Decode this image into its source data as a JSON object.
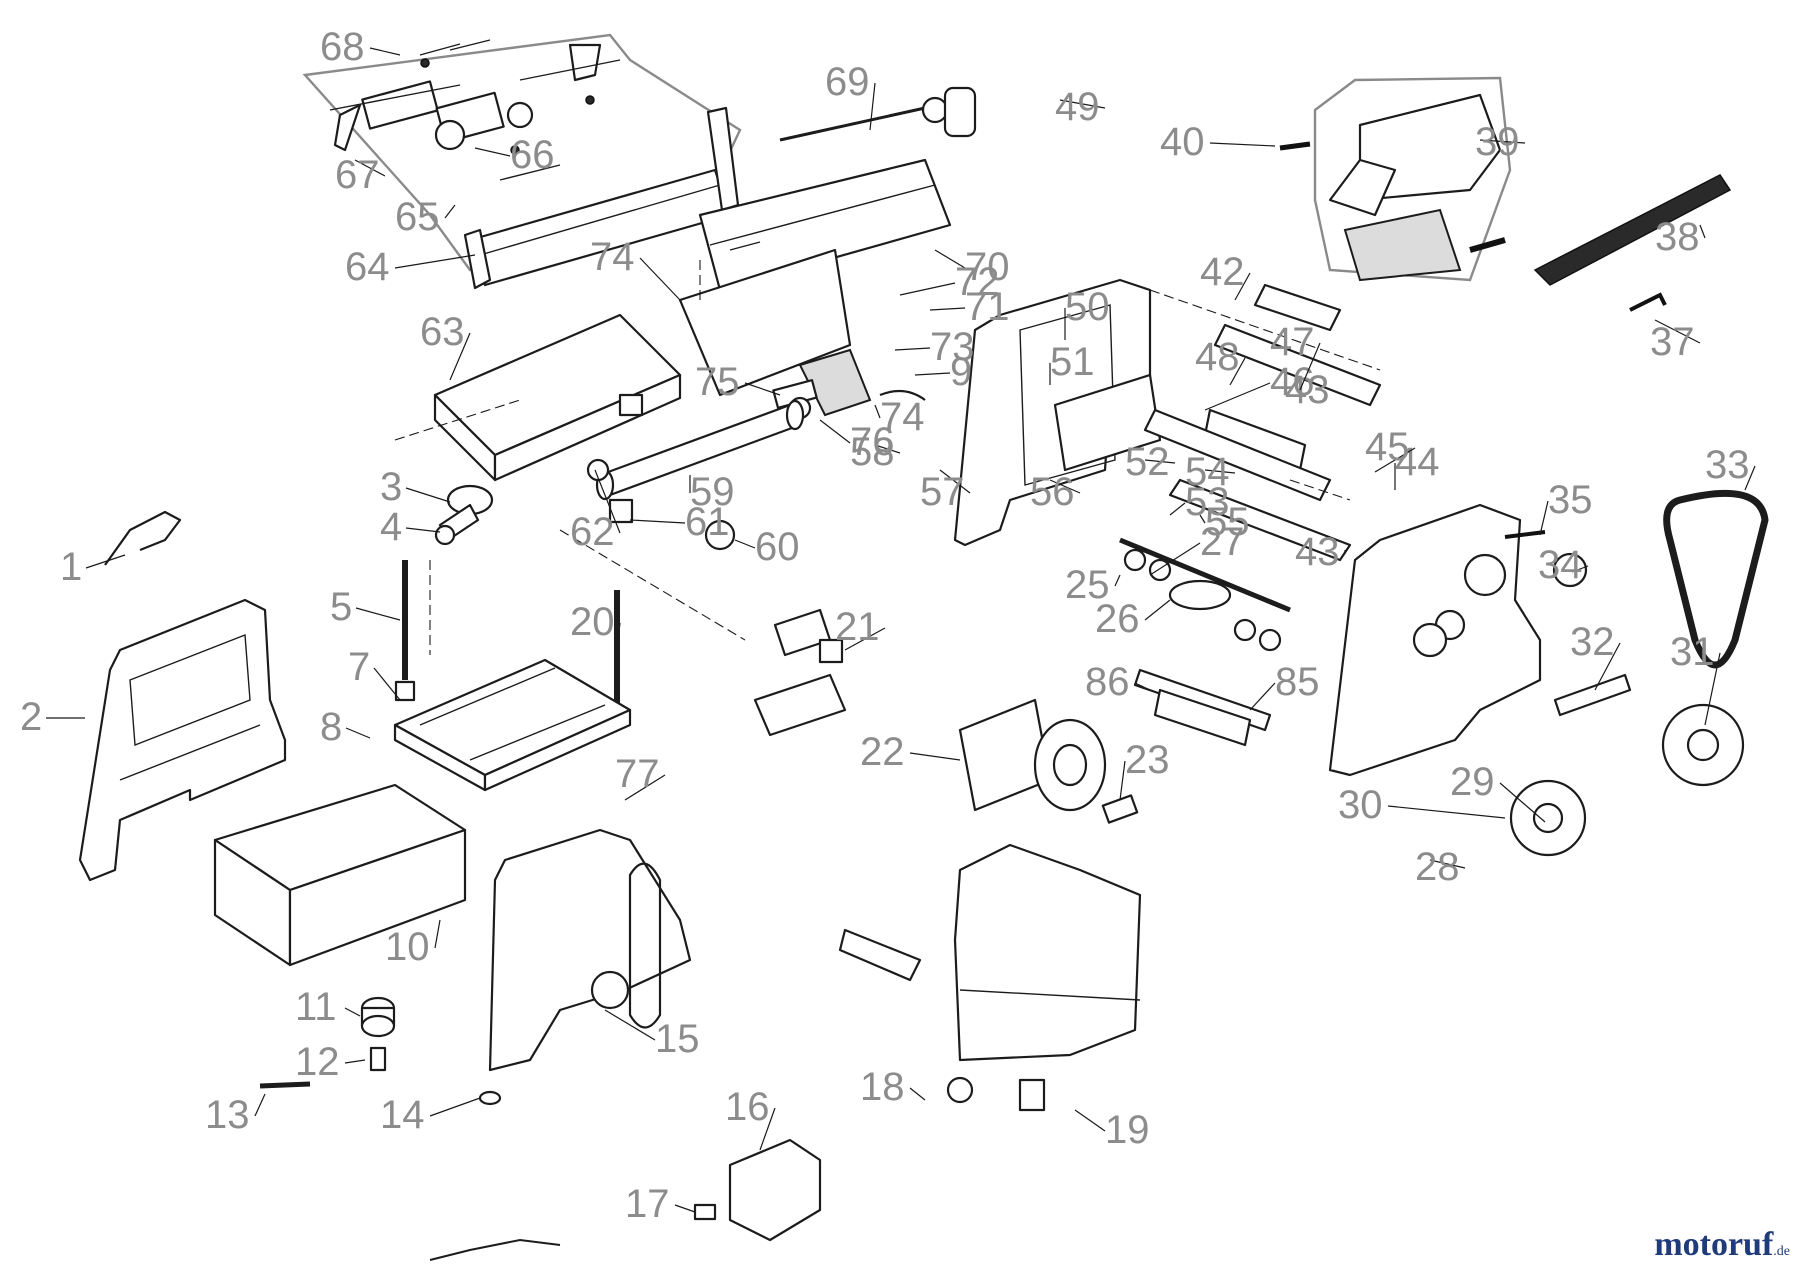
{
  "watermark": {
    "brand": "motoruf",
    "tld": ".de"
  },
  "callouts": [
    "1",
    "2",
    "3",
    "4",
    "5",
    "7",
    "8",
    "9",
    "10",
    "11",
    "12",
    "13",
    "14",
    "15",
    "16",
    "17",
    "18",
    "19",
    "20",
    "21",
    "22",
    "23",
    "25",
    "26",
    "27",
    "28",
    "29",
    "30",
    "31",
    "32",
    "33",
    "34",
    "35",
    "37",
    "38",
    "39",
    "40",
    "42",
    "43",
    "43",
    "44",
    "45",
    "46",
    "47",
    "48",
    "49",
    "50",
    "51",
    "52",
    "53",
    "54",
    "55",
    "56",
    "57",
    "58",
    "59",
    "60",
    "61",
    "62",
    "63",
    "64",
    "65",
    "66",
    "67",
    "68",
    "69",
    "70",
    "71",
    "72",
    "73",
    "74",
    "74",
    "75",
    "76",
    "77",
    "85",
    "86"
  ]
}
